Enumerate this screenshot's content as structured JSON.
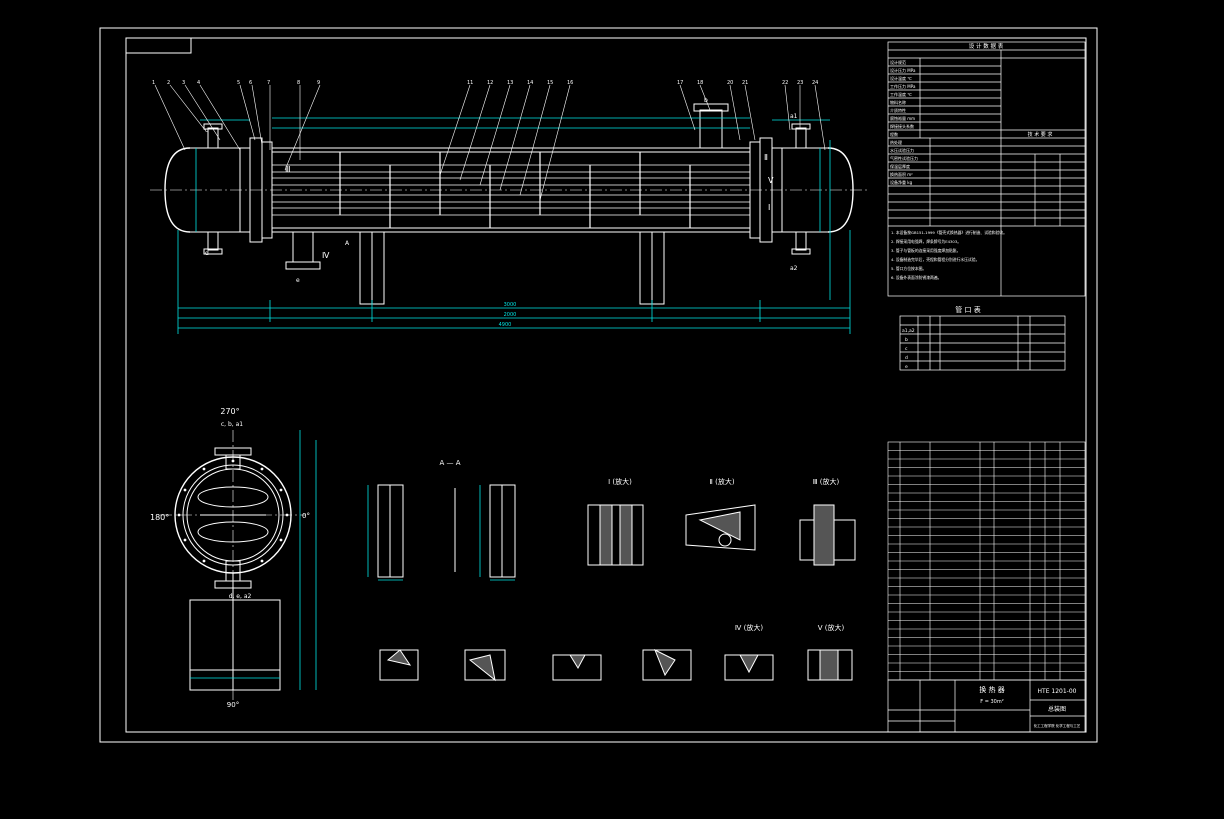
{
  "title_block": {
    "name_line1": "换 热 器",
    "name_line2": "F = 30m²",
    "drawing_no": "HTE 1201-00",
    "sheet_title": "总装图",
    "school": "化工工程学院 化学工程与工艺"
  },
  "design_data_table": {
    "title": "设 计 数 据 表",
    "rows": [
      "设计规范",
      "设计压力 MPa",
      "设计温度 ℃",
      "工作压力 MPa",
      "工作温度 ℃",
      "物料名称",
      "介质特性",
      "腐蚀裕量 mm",
      "焊接接头系数",
      "程数",
      "热处理",
      "水压试验压力",
      "气密性试验压力",
      "保温层厚度",
      "换热面积 m²",
      "设备净重 kg"
    ]
  },
  "tech_notes": {
    "title": "技 术 要 求",
    "lines": [
      "1. 本设备按GB151-1999《管壳式换热器》进行制造、试验和验收。",
      "2. 焊接采用电弧焊，焊条牌号为E4303。",
      "3. 管子与管板的连接采用强度焊加贴胀。",
      "4. 设备制造完毕后，壳程和管程分别进行水压试验。",
      "5. 管口方位按本图。",
      "6. 设备外表面涂防锈漆两遍。"
    ]
  },
  "nozzle_table": {
    "title": "管 口 表",
    "rows": [
      "a1,a2",
      "b",
      "c",
      "d",
      "e"
    ]
  },
  "parts_list": {
    "rows": 28
  },
  "views": {
    "section_aa": "A — A",
    "detail_1": "Ⅰ (放大)",
    "detail_2": "Ⅱ (放大)",
    "detail_3": "Ⅲ (放大)",
    "detail_4": "Ⅳ (放大)",
    "detail_5": "Ⅴ (放大)",
    "angle_270": "270°",
    "angle_180": "180°",
    "angle_0": "0°",
    "angle_90": "90°",
    "nozzle_top": "c, b, a1",
    "nozzle_bottom": "d, e, a2"
  },
  "dimensions": {
    "total_length": "4900",
    "tube_length": "3000",
    "support_span": "2000"
  },
  "colors": {
    "background": "#000000",
    "sheet_border": "#ffffff",
    "geometry": "#ffffff",
    "dimension": "#00e5e5",
    "hatch_fill": "#ffffff"
  }
}
